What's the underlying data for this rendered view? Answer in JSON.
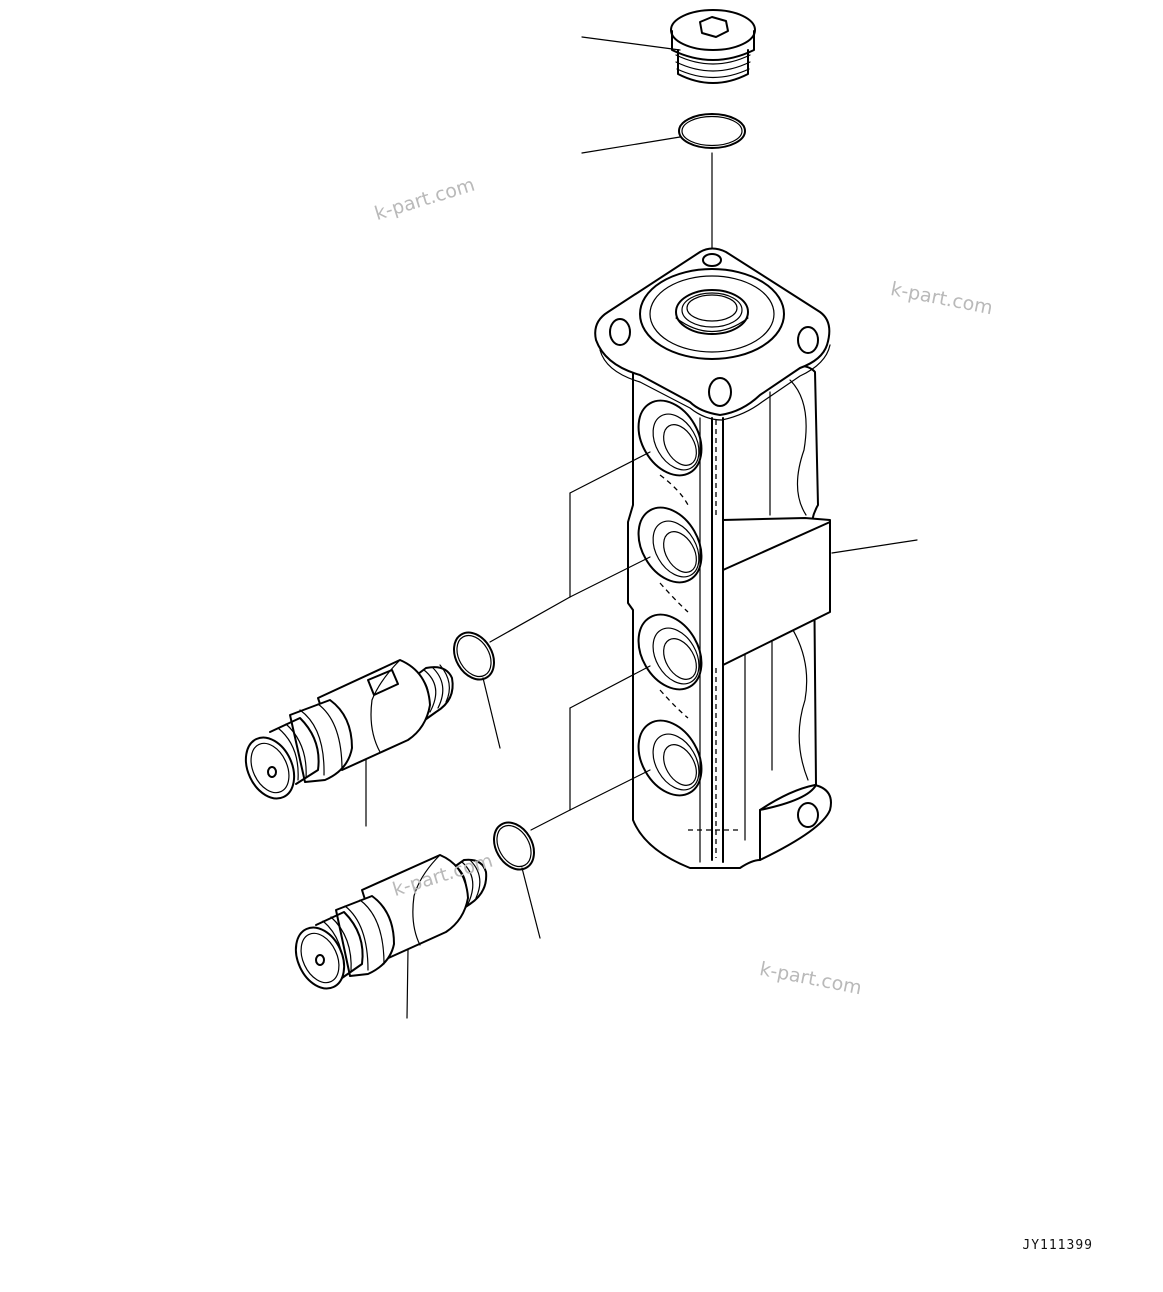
{
  "watermarks": [
    "k-part.com",
    "k-part.com",
    "k-part.com",
    "k-part.com"
  ],
  "drawing_code": "JY111399"
}
